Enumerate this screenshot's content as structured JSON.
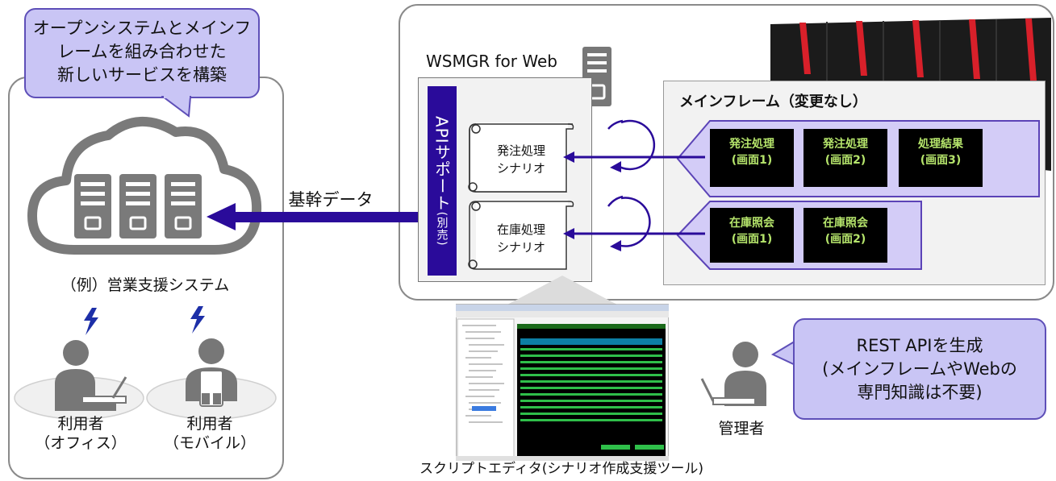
{
  "left": {
    "callout_lines": [
      "オープンシステムとメインフ",
      "レームを組み合わせた",
      "新しいサービスを構築"
    ],
    "system_label": "（例）営業支援システム",
    "user_office": [
      "利用者",
      "（オフィス）"
    ],
    "user_mobile": [
      "利用者",
      "（モバイル）"
    ]
  },
  "arrow_label": "基幹データ",
  "wsmgr": {
    "title": "WSMGR for Web",
    "api_main": "APIサポート",
    "api_sub": "(別売)",
    "scenario_order": [
      "発注処理",
      "シナリオ"
    ],
    "scenario_stock": [
      "在庫処理",
      "シナリオ"
    ]
  },
  "mainframe": {
    "title": "メインフレーム（変更なし）",
    "order_screens": [
      [
        "発注処理",
        "(画面1)"
      ],
      [
        "発注処理",
        "(画面2)"
      ],
      [
        "処理結果",
        "(画面3)"
      ]
    ],
    "stock_screens": [
      [
        "在庫照会",
        "(画面1)"
      ],
      [
        "在庫照会",
        "(画面2)"
      ]
    ]
  },
  "editor_label": "スクリプトエディタ(シナリオ作成支援ツール)",
  "admin": {
    "callout_lines": [
      "REST APIを生成",
      "(メインフレームやWebの",
      "専門知識は不要)"
    ],
    "label": "管理者"
  },
  "colors": {
    "callout_fill": "#c9c5f5",
    "callout_border": "#5e4fb8",
    "api_bar": "#2a0b9a",
    "arrow": "#2a0b9a",
    "screen_text": "#b5e46b",
    "icon_gray": "#7a7a7a",
    "mainframe_red": "#d8202a"
  }
}
